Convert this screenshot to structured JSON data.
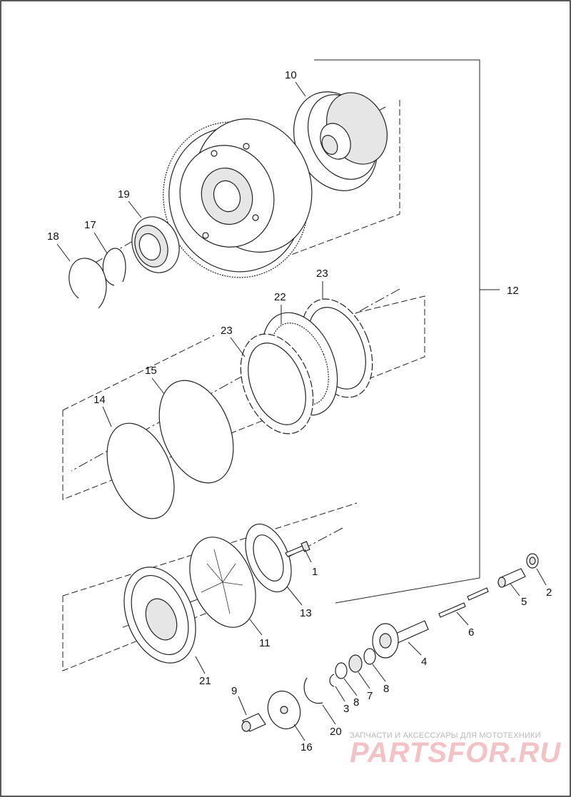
{
  "labels": {
    "p1": "1",
    "p2": "2",
    "p3": "3",
    "p4": "4",
    "p5": "5",
    "p6": "6",
    "p7": "7",
    "p8a": "8",
    "p8b": "8",
    "p9": "9",
    "p10": "10",
    "p11": "11",
    "p12": "12",
    "p13": "13",
    "p14": "14",
    "p15": "15",
    "p16": "16",
    "p17": "17",
    "p18": "18",
    "p19": "19",
    "p20": "20",
    "p21": "21",
    "p22": "22",
    "p23a": "23",
    "p23b": "23"
  },
  "watermark": {
    "tagline": "ЗАПЧАСТИ И АКСЕССУАРЫ ДЛЯ МОТОТЕХНИКИ",
    "brand": "PARTSFOR.RU"
  }
}
